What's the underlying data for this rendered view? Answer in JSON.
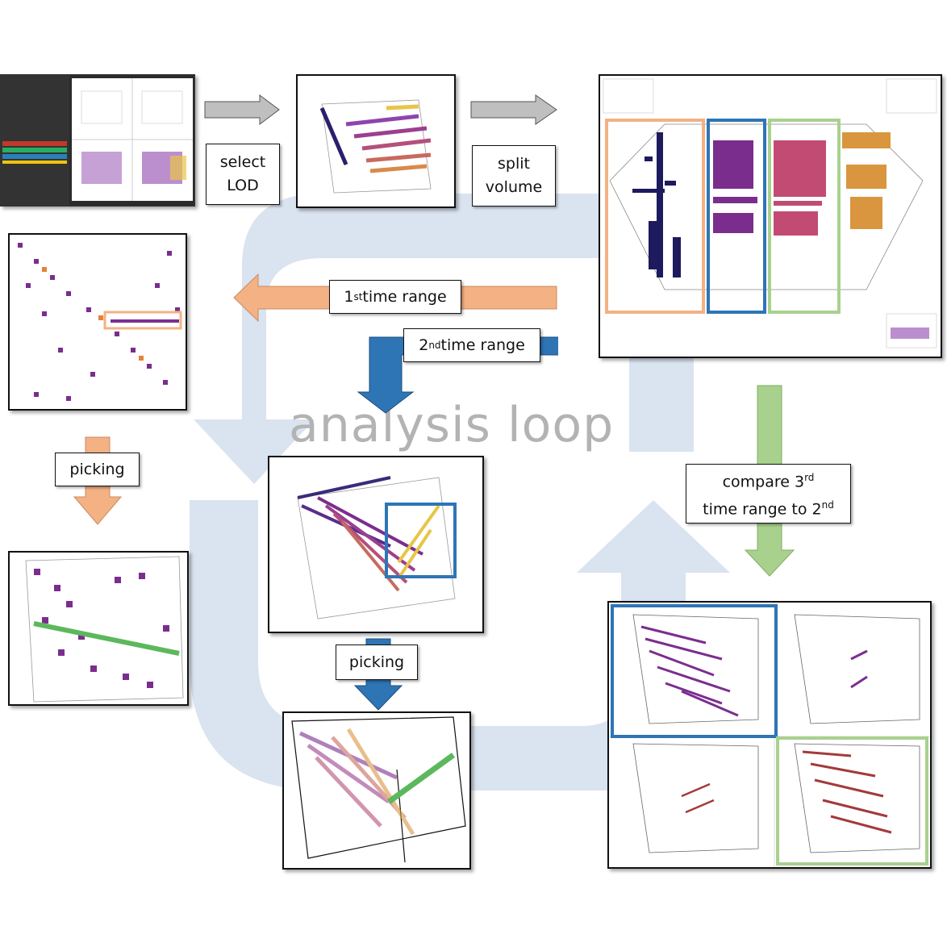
{
  "title": "analysis loop",
  "steps": {
    "select_lod": [
      "select",
      "LOD"
    ],
    "split_volume": [
      "split",
      "volume"
    ],
    "first_range": {
      "ord": "1",
      "sup": "st",
      "text": " time range"
    },
    "second_range": {
      "ord": "2",
      "sup": "nd",
      "text": " time range"
    },
    "picking_left": "picking",
    "picking_center": "picking",
    "compare": {
      "line1": "compare 3",
      "sup1": "rd",
      "line2": "time range to 2",
      "sup2": "nd"
    }
  },
  "colors": {
    "orange": "#f4b183",
    "blue": "#2e75b6",
    "green": "#a9d18e",
    "gray": "#bfbfbf",
    "loop": "#dae3f0",
    "purple": "#7b2d8e",
    "yellow": "#e8c547",
    "pick_green": "#5cb85c"
  }
}
